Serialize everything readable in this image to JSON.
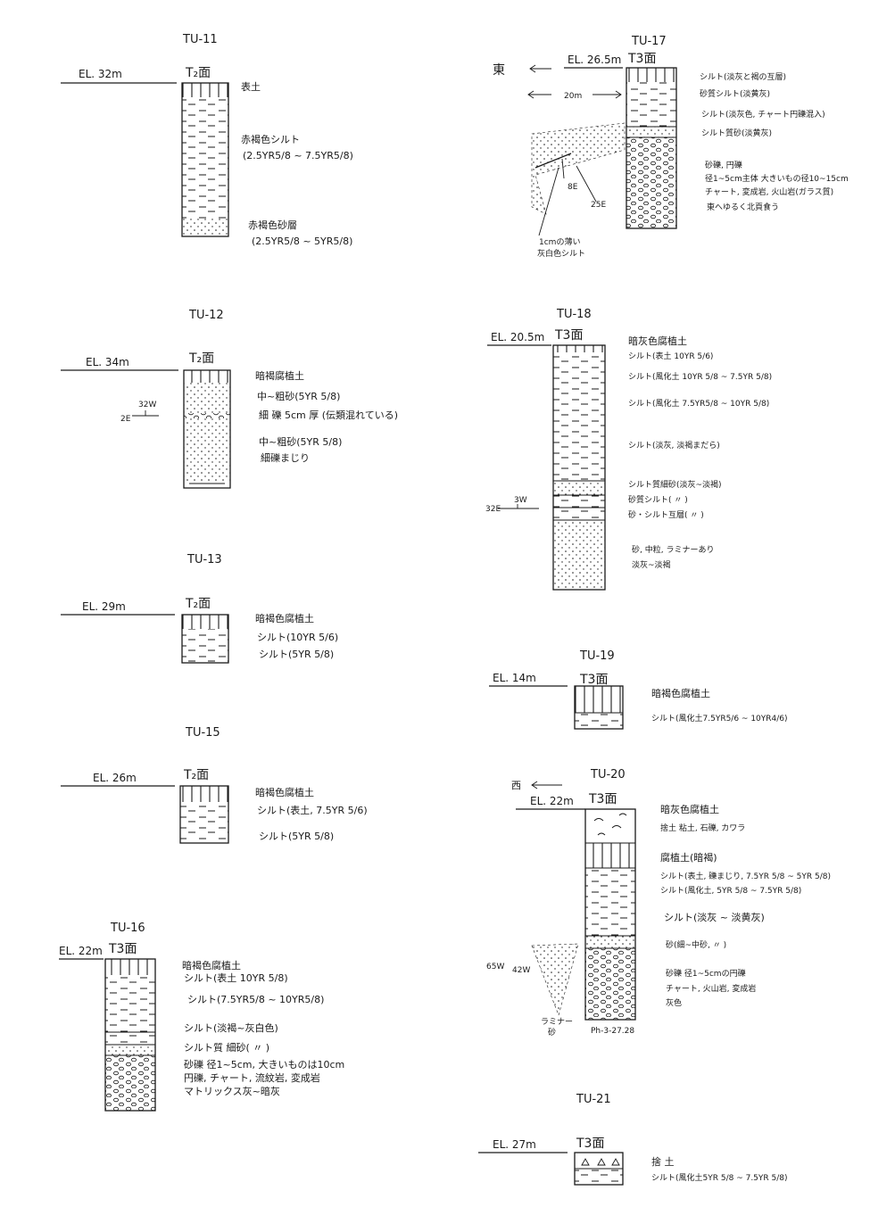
{
  "sections": [
    {
      "id": "tu11",
      "title": "TU-11",
      "elevation": "EL. 32m",
      "surface": "T₂面",
      "notes": [
        "表土",
        "赤褐色シルト",
        "(2.5YR5/8 ~ 7.5YR5/8)",
        "赤褐色砂層",
        "(2.5YR5/8 ~ 5YR5/8)"
      ]
    },
    {
      "id": "tu12",
      "title": "TU-12",
      "elevation": "EL. 34m",
      "surface": "T₂面",
      "notes": [
        "暗褐腐植土",
        "中~粗砂(5YR 5/8)",
        "細 礫 5cm 厚 (伝類混れている)",
        "中~粗砂(5YR 5/8)",
        "細礫まじり"
      ],
      "marks": [
        "32W",
        "2E"
      ]
    },
    {
      "id": "tu13",
      "title": "TU-13",
      "elevation": "EL. 29m",
      "surface": "T₂面",
      "notes": [
        "暗褐色腐植土",
        "シルト(10YR 5/6)",
        "シルト(5YR 5/8)"
      ]
    },
    {
      "id": "tu15",
      "title": "TU-15",
      "elevation": "EL. 26m",
      "surface": "T₂面",
      "notes": [
        "暗褐色腐植土",
        "シルト(表土, 7.5YR 5/6)",
        "シルト(5YR 5/8)"
      ]
    },
    {
      "id": "tu16",
      "title": "TU-16",
      "elevation": "EL. 22m",
      "surface": "T3面",
      "notes": [
        "暗褐色腐植土",
        "シルト(表土 10YR 5/8)",
        "シルト(7.5YR5/8 ~ 10YR5/8)",
        "シルト(淡褐~灰白色)",
        "シルト質 細砂( 〃 )",
        "砂礫 径1~5cm, 大きいものは10cm",
        "円礫, チャート, 流紋岩, 変成岩",
        "マトリックス灰~暗灰"
      ]
    },
    {
      "id": "tu17",
      "title": "TU-17",
      "elevation": "EL. 26.5m",
      "surface": "T3面",
      "notes": [
        "シルト(淡灰と褐の互層)",
        "砂質シルト(淡黄灰)",
        "シルト(淡灰色, チャート円礫混入)",
        "シルト質砂(淡黄灰)",
        "砂礫, 円礫",
        "径1~5cm主体 大きいもの径10~15cm",
        "チャート, 変成岩, 火山岩(ガラス質)",
        "東へゆるく北頁食う"
      ],
      "side": [
        "東",
        "20m",
        "8E",
        "25E",
        "1cmの薄い",
        "灰白色シルト"
      ]
    },
    {
      "id": "tu18",
      "title": "TU-18",
      "elevation": "EL. 20.5m",
      "surface": "T3面",
      "notes": [
        "暗灰色腐植土",
        "シルト(表土 10YR 5/6)",
        "シルト(風化土 10YR 5/8 ~ 7.5YR 5/8)",
        "シルト(風化土 7.5YR5/8 ~ 10YR 5/8)",
        "シルト(淡灰, 淡褐まだら)",
        "シルト質細砂(淡灰~淡褐)",
        "砂質シルト( 〃 )",
        "砂・シルト互層( 〃 )",
        "砂, 中粒, ラミナーあり",
        "淡灰~淡褐"
      ],
      "marks": [
        "3W",
        "32E"
      ]
    },
    {
      "id": "tu19",
      "title": "TU-19",
      "elevation": "EL. 14m",
      "surface": "T3面",
      "notes": [
        "暗褐色腐植土",
        "シルト(風化土7.5YR5/6 ~ 10YR4/6)"
      ]
    },
    {
      "id": "tu20",
      "title": "TU-20",
      "elevation": "EL. 22m",
      "surface": "T3面",
      "notes": [
        "暗灰色腐植土",
        "捨土 粘土, 石礫, カワラ",
        "腐植土(暗褐)",
        "シルト(表土, 礫まじり, 7.5YR 5/8 ~ 5YR 5/8)",
        "シルト(風化土, 5YR 5/8 ~ 7.5YR 5/8)",
        "シルト(淡灰 ~ 淡黄灰)",
        "砂(細~中砂, 〃 )",
        "砂礫 径1~5cmの円礫",
        "チャート, 火山岩, 変成岩",
        "灰色"
      ],
      "side": [
        "西",
        "65W",
        "42W",
        "ラミナー",
        "砂"
      ],
      "photo": "Ph-3-27.28"
    },
    {
      "id": "tu21",
      "title": "TU-21",
      "elevation": "EL. 27m",
      "surface": "T3面",
      "notes": [
        "捨 土",
        "シルト(風化土5YR 5/8 ~ 7.5YR 5/8)"
      ]
    }
  ]
}
